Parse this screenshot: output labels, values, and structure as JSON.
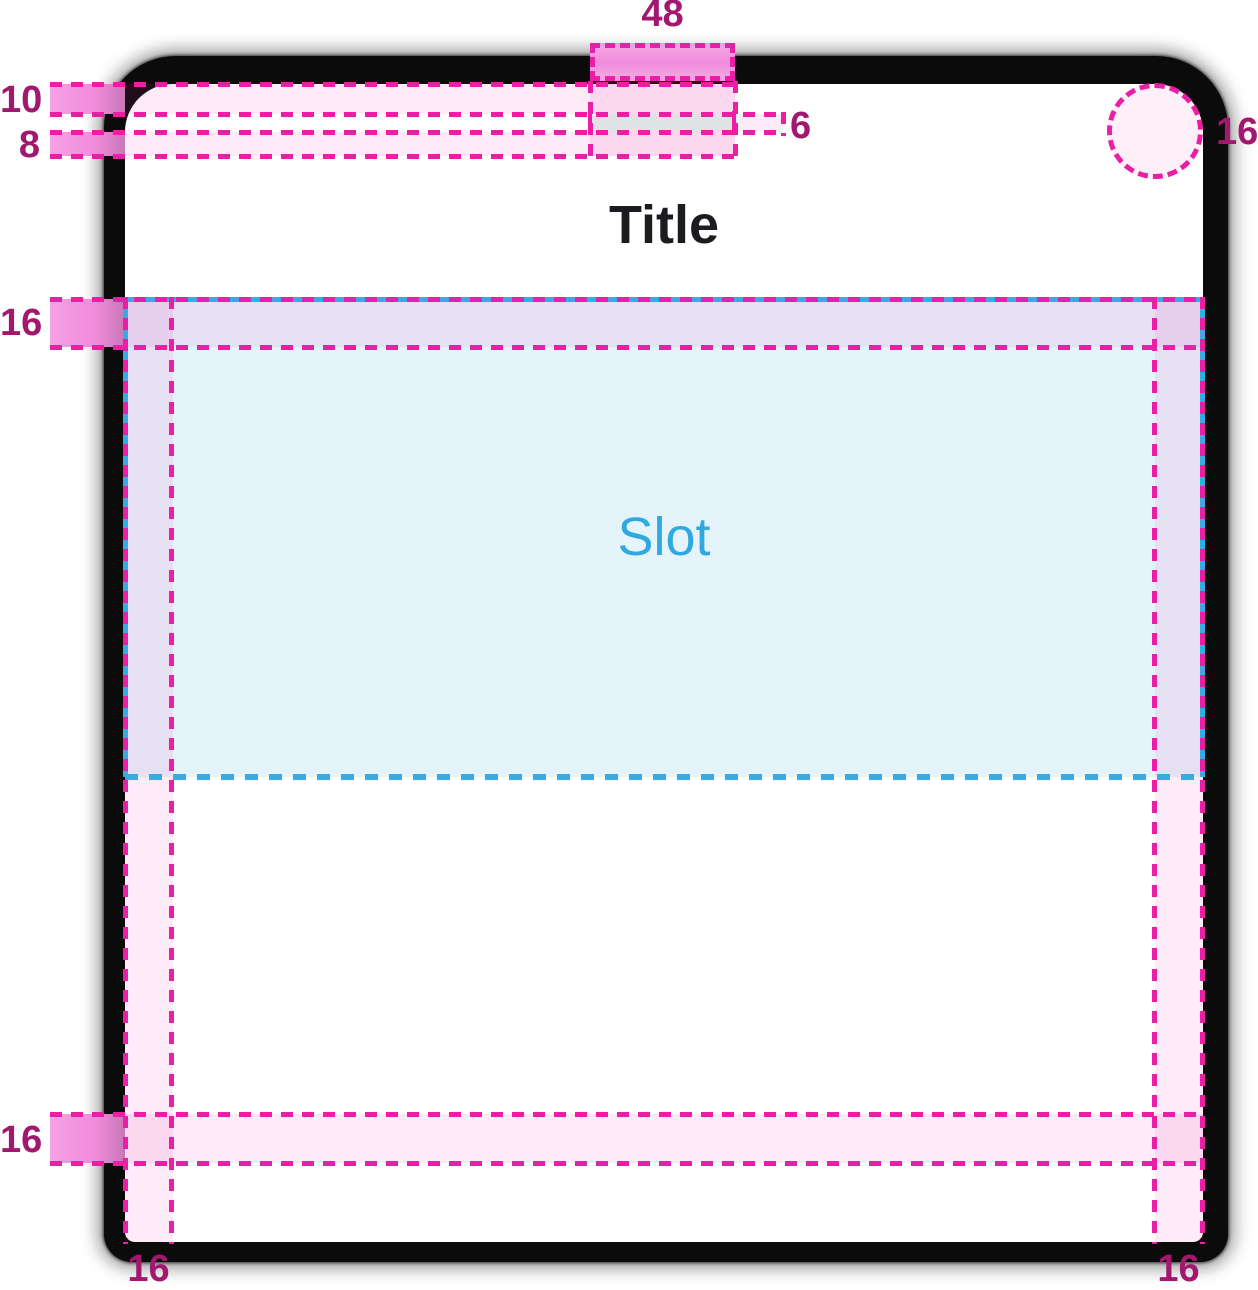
{
  "sheet": {
    "title": "Title",
    "slot_label": "Slot"
  },
  "measurements": {
    "handle_width": "48",
    "padding_above_handle": "10",
    "padding_below_handle": "8",
    "handle_height": "6",
    "corner_radius": "16",
    "title_content_gap": "16",
    "bottom_padding": "16",
    "left_column": "16",
    "right_column": "16"
  },
  "colors": {
    "redline": "#EB1FA6",
    "redline_label": "#A3186F",
    "cyan": "#35ADE3",
    "slot_text": "#2FA9DF",
    "title_text": "#1C1B1F",
    "handle": "#E1E2E4",
    "scrim": "#0B0B0B",
    "bar_pink": "#F18BDB",
    "bar_pink_light": "#F6A2E4",
    "bar_pink_dark": "#C778B6",
    "pink_overlay": "rgba(235,31,166,0.09)",
    "blue_overlay": "rgba(53,173,227,0.13)",
    "circle_fill": "rgba(235,31,166,0.07)"
  }
}
